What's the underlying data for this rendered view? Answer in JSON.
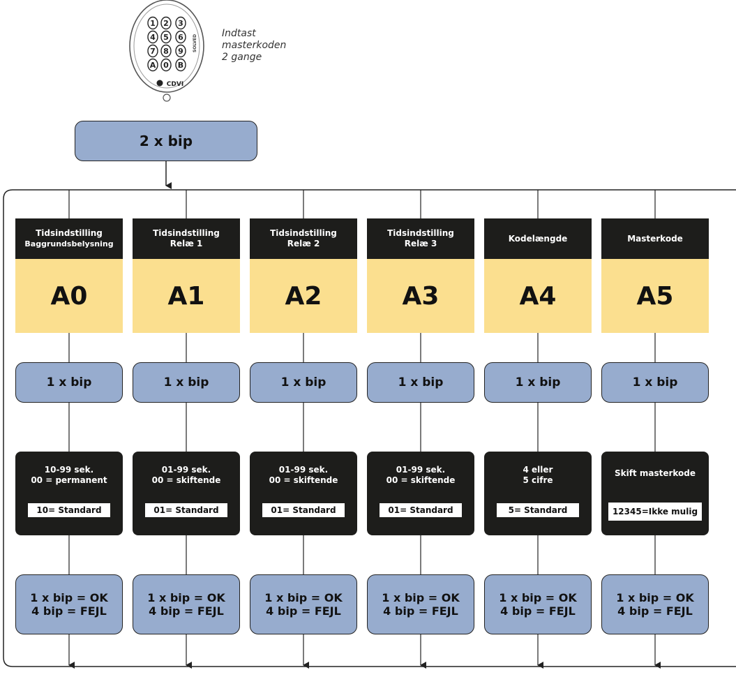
{
  "intro": {
    "instruction": "Indtast\nmasterkoden\n2 gange",
    "keypad": {
      "keys": [
        "1",
        "2",
        "3",
        "4",
        "5",
        "6",
        "7",
        "8",
        "9",
        "A",
        "0",
        "B"
      ],
      "brand": "CDVI",
      "side_text": "SOLVED"
    },
    "start_label": "2 x bip"
  },
  "columns": [
    {
      "header": [
        "Tidsindstilling",
        "Baggrundsbelysning"
      ],
      "code": "A0",
      "bip": "1 x bip",
      "options": [
        "10-99 sek.",
        "00 = permanent"
      ],
      "standard": "10= Standard",
      "result": [
        "1 x bip = OK",
        "4 bip = FEJL"
      ]
    },
    {
      "header": [
        "Tidsindstilling",
        "Relæ 1"
      ],
      "code": "A1",
      "bip": "1 x bip",
      "options": [
        "01-99 sek.",
        "00 = skiftende"
      ],
      "standard": "01= Standard",
      "result": [
        "1 x bip = OK",
        "4 bip = FEJL"
      ]
    },
    {
      "header": [
        "Tidsindstilling",
        "Relæ 2"
      ],
      "code": "A2",
      "bip": "1 x bip",
      "options": [
        "01-99 sek.",
        "00 = skiftende"
      ],
      "standard": "01= Standard",
      "result": [
        "1 x bip = OK",
        "4 bip = FEJL"
      ]
    },
    {
      "header": [
        "Tidsindstilling",
        "Relæ 3"
      ],
      "code": "A3",
      "bip": "1 x bip",
      "options": [
        "01-99 sek.",
        "00 = skiftende"
      ],
      "standard": "01= Standard",
      "result": [
        "1 x bip = OK",
        "4 bip = FEJL"
      ]
    },
    {
      "header": [
        "Kodelængde"
      ],
      "code": "A4",
      "bip": "1 x bip",
      "options": [
        "4 eller",
        "5 cifre"
      ],
      "standard": "5= Standard",
      "result": [
        "1 x bip = OK",
        "4 bip = FEJL"
      ]
    },
    {
      "header": [
        "Masterkode"
      ],
      "code": "A5",
      "bip": "1 x bip",
      "options": [
        "Skift masterkode"
      ],
      "standard": "12345=Ikke mulig",
      "result": [
        "1 x bip = OK",
        "4 bip = FEJL"
      ]
    }
  ],
  "colors": {
    "bip_fill": "#97acce",
    "code_fill": "#fbdf8f",
    "dark_fill": "#1d1d1b"
  }
}
